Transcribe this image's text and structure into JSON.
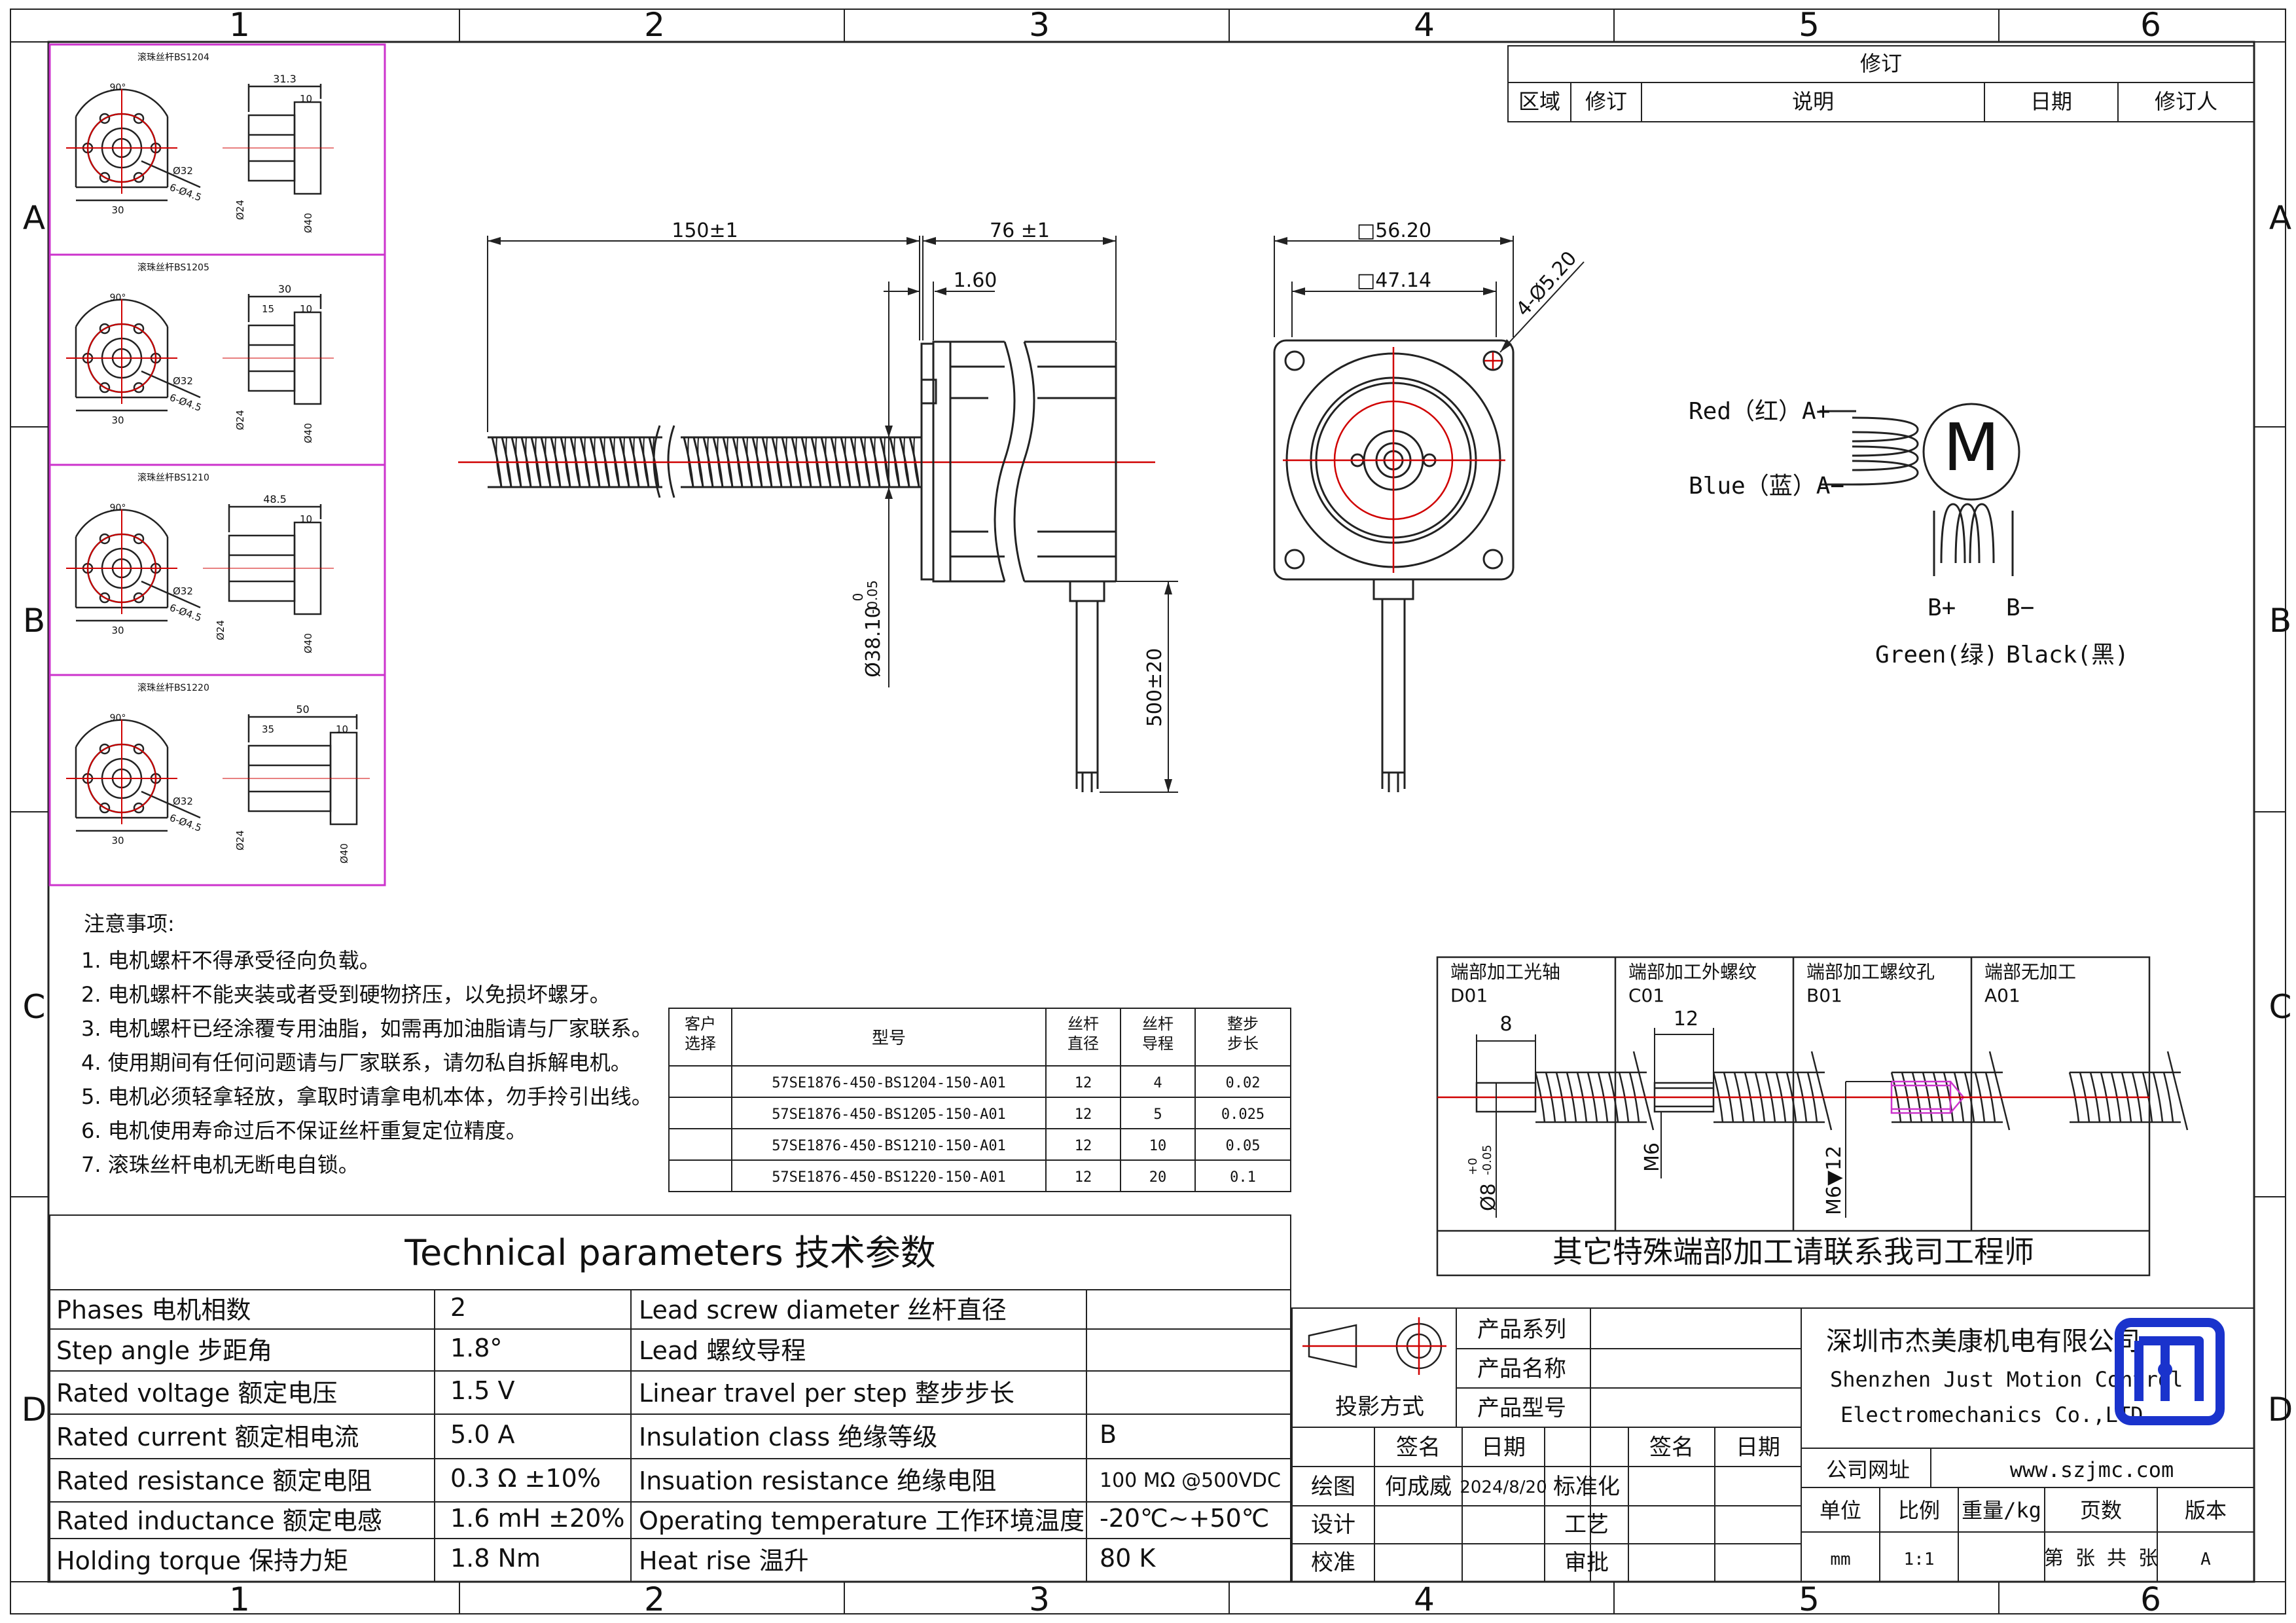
{
  "grid": {
    "cols": [
      "1",
      "2",
      "3",
      "4",
      "5",
      "6"
    ],
    "rows": [
      "A",
      "B",
      "C",
      "D"
    ]
  },
  "revision": {
    "title": "修订",
    "headers": [
      "区域",
      "修订",
      "说明",
      "日期",
      "修订人"
    ]
  },
  "ballscrew_variants": [
    {
      "title": "滚珠丝杆BS1204",
      "dims": [
        "90°",
        "31.3",
        "10",
        "Ø32",
        "6-Ø4.5",
        "30",
        "Ø24",
        "Ø40"
      ]
    },
    {
      "title": "滚珠丝杆BS1205",
      "dims": [
        "90°",
        "30",
        "15",
        "10",
        "Ø32",
        "6-Ø4.5",
        "30",
        "Ø24",
        "Ø40"
      ]
    },
    {
      "title": "滚珠丝杆BS1210",
      "dims": [
        "90°",
        "48.5",
        "10",
        "Ø32",
        "6-Ø4.5",
        "30",
        "Ø24",
        "Ø40"
      ]
    },
    {
      "title": "滚珠丝杆BS1220",
      "dims": [
        "90°",
        "50",
        "35",
        "10",
        "Ø32",
        "6-Ø4.5",
        "30",
        "Ø24",
        "Ø40"
      ]
    }
  ],
  "main_dims": {
    "length": "150±1",
    "body": "76 ±1",
    "flange": "1.60",
    "boss_dia": "Ø38.10",
    "boss_tol_upper": "0",
    "boss_tol_lower": "-0.05",
    "lead": "500±20",
    "square_outer": "□56.20",
    "square_inner": "□47.14",
    "holes": "4-Ø5.20"
  },
  "wiring": {
    "a_plus": "Red（红）A+",
    "a_minus": "Blue（蓝）A−",
    "motor": "M",
    "b_plus": "B+",
    "b_minus": "B−",
    "green": "Green(绿)",
    "black": "Black(黑)"
  },
  "notes": {
    "title": "注意事项:",
    "items": [
      "1.  电机螺杆不得承受径向负载。",
      "2.  电机螺杆不能夹装或者受到硬物挤压，以免损坏螺牙。",
      "3.  电机螺杆已经涂覆专用油脂，如需再加油脂请与厂家联系。",
      "4.  使用期间有任何问题请与厂家联系，请勿私自拆解电机。",
      "5.  电机必须轻拿轻放，拿取时请拿电机本体，勿手拎引出线。",
      "6.  电机使用寿命过后不保证丝杆重复定位精度。",
      "7.  滚珠丝杆电机无断电自锁。"
    ]
  },
  "model_table": {
    "headers": [
      "客户\n选择",
      "型号",
      "丝杆\n直径",
      "丝杆\n导程",
      "整步\n步长"
    ],
    "rows": [
      [
        "",
        "57SE1876-450-BS1204-150-A01",
        "12",
        "4",
        "0.02"
      ],
      [
        "",
        "57SE1876-450-BS1205-150-A01",
        "12",
        "5",
        "0.025"
      ],
      [
        "",
        "57SE1876-450-BS1210-150-A01",
        "12",
        "10",
        "0.05"
      ],
      [
        "",
        "57SE1876-450-BS1220-150-A01",
        "12",
        "20",
        "0.1"
      ]
    ]
  },
  "end_options": {
    "items": [
      {
        "name": "端部加工光轴",
        "code": "D01",
        "dims": [
          "8",
          "Ø8",
          "+0",
          "-0.05"
        ]
      },
      {
        "name": "端部加工外螺纹",
        "code": "C01",
        "dims": [
          "12",
          "M6"
        ]
      },
      {
        "name": "端部加工螺纹孔",
        "code": "B01",
        "dims": [
          "M6▼12"
        ]
      },
      {
        "name": "端部无加工",
        "code": "A01",
        "dims": []
      }
    ],
    "footer": "其它特殊端部加工请联系我司工程师"
  },
  "tech": {
    "title": "Technical parameters 技术参数",
    "left": [
      {
        "label": "Phases 电机相数",
        "value": "2"
      },
      {
        "label": "Step angle 步距角",
        "value": "1.8°"
      },
      {
        "label": "Rated voltage 额定电压",
        "value": "1.5 V"
      },
      {
        "label": "Rated current 额定相电流",
        "value": "5.0 A"
      },
      {
        "label": "Rated resistance 额定电阻",
        "value": "0.3 Ω  ±10%"
      },
      {
        "label": "Rated inductance 额定电感",
        "value": "1.6 mH ±20%"
      },
      {
        "label": "Holding torque 保持力矩",
        "value": "1.8 Nm"
      }
    ],
    "right": [
      {
        "label": "Lead screw diameter 丝杆直径",
        "value": ""
      },
      {
        "label": "Lead 螺纹导程",
        "value": ""
      },
      {
        "label": "Linear travel per step 整步步长",
        "value": ""
      },
      {
        "label": "Insulation class 绝缘等级",
        "value": "B"
      },
      {
        "label": "Insuation resistance 绝缘电阻",
        "value": "100 MΩ @500VDC"
      },
      {
        "label": "Operating temperature 工作环境温度",
        "value": "-20℃~+50℃"
      },
      {
        "label": "Heat rise 温升",
        "value": "80 K"
      }
    ]
  },
  "title_block": {
    "projection": "投影方式",
    "product_series": "产品系列",
    "product_name": "产品名称",
    "product_model": "产品型号",
    "sign": "签名",
    "date": "日期",
    "draw": "绘图",
    "drawer": "何成威",
    "draw_date": "2024/8/20",
    "standard": "标准化",
    "sign2": "签名",
    "date2": "日期",
    "design": "设计",
    "process": "工艺",
    "check": "校准",
    "approve": "审批",
    "company_cn": "深圳市杰美康机电有限公司",
    "company_en1": "Shenzhen Just Motion Control",
    "company_en2": "Electromechanics Co.,LTD",
    "website_label": "公司网址",
    "website": "www.szjmc.com",
    "unit_label": "单位",
    "scale_label": "比例",
    "weight_label": "重量/kg",
    "pages_label": "页数",
    "version_label": "版本",
    "unit": "mm",
    "scale": "1:1",
    "pages": "第 张 共 张",
    "version": "A"
  },
  "colors": {
    "red": "#d00000",
    "magenta": "#cc33cc",
    "logo": "#1a33cc"
  }
}
